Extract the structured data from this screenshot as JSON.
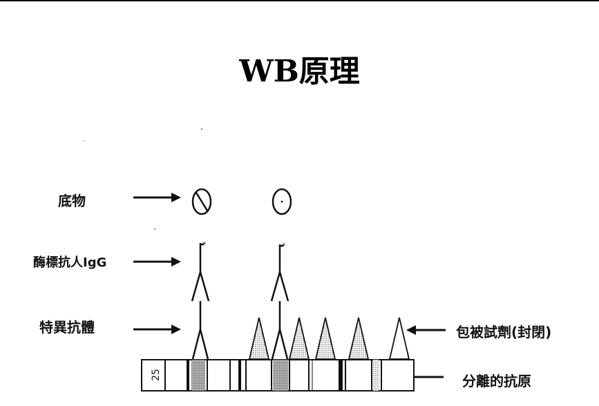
{
  "title": "WB原理",
  "labels": {
    "substrate": "底物",
    "enzyme_antibody": "酶標抗人IgG",
    "specific_antibody": "特異抗體",
    "blocking": "包被試劑(封閉)",
    "antigen": "分離的抗原"
  },
  "strip": {
    "number": "25"
  },
  "colors": {
    "ink": "#111111",
    "background": "#ffffff"
  }
}
